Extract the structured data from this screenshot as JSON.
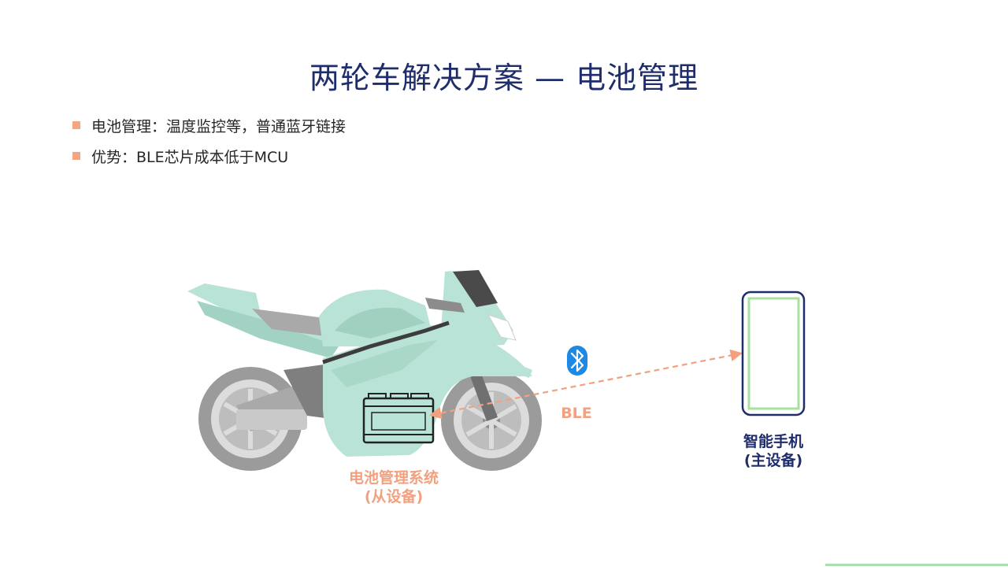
{
  "slide": {
    "title": "两轮车解决方案 — 电池管理",
    "bullets": [
      "电池管理：温度监控等，普通蓝牙链接",
      "优势：BLE芯片成本低于MCU"
    ]
  },
  "diagram": {
    "bms_label_line1": "电池管理系统",
    "bms_label_line2": "(从设备)",
    "phone_label_line1": "智能手机",
    "phone_label_line2": "(主设备)",
    "link_label": "BLE",
    "colors": {
      "navy": "#1f2d6b",
      "orange": "#f3a07f",
      "mint": "#b9e3d6",
      "phone_screen": "#a9e0a0",
      "bluetooth": "#1e88e5"
    },
    "icons": [
      "motorcycle-icon",
      "battery-icon",
      "bluetooth-icon",
      "smartphone-icon"
    ]
  }
}
